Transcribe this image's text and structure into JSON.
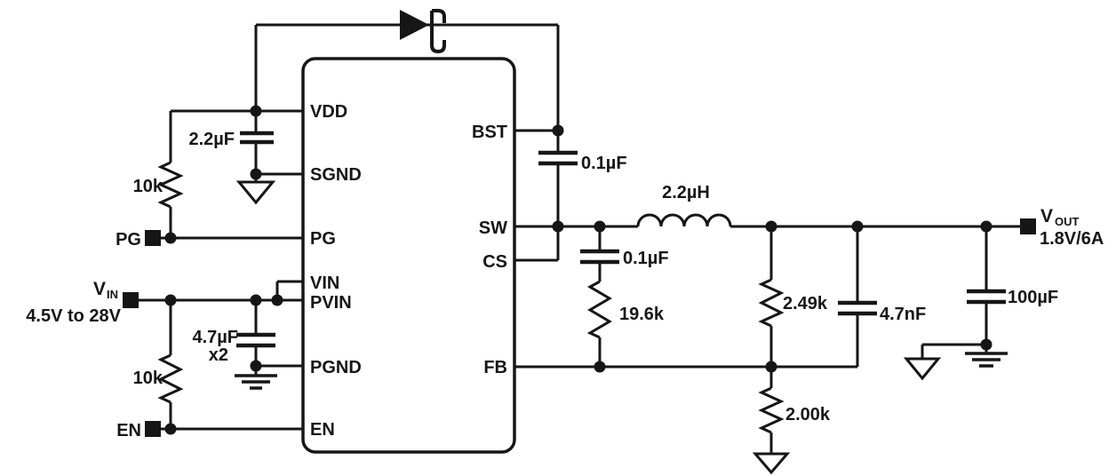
{
  "schematic": {
    "ic_pins": {
      "vdd": "VDD",
      "sgnd": "SGND",
      "pg": "PG",
      "vin": "VIN",
      "pvin": "PVIN",
      "pgnd": "PGND",
      "en": "EN",
      "bst": "BST",
      "sw": "SW",
      "cs": "CS",
      "fb": "FB"
    },
    "components": {
      "vdd_cap": "2.2µF",
      "pg_pullup": "10k",
      "input_cap": "4.7µF",
      "input_cap_qty": "x2",
      "en_resistor": "10k",
      "bst_cap": "0.1µF",
      "inductor": "2.2µH",
      "cs_cap": "0.1µF",
      "cs_res": "19.6k",
      "fb_upper_res": "2.49k",
      "fb_lower_res": "2.00k",
      "feedforward_cap": "4.7nF",
      "out_cap": "100µF"
    },
    "terminals": {
      "pg": "PG",
      "vin_main": "V",
      "vin_sub": "IN",
      "vin_range": "4.5V to 28V",
      "en": "EN",
      "vout_main": "V",
      "vout_sub": "OUT",
      "vout_rating": "1.8V/6A"
    }
  }
}
